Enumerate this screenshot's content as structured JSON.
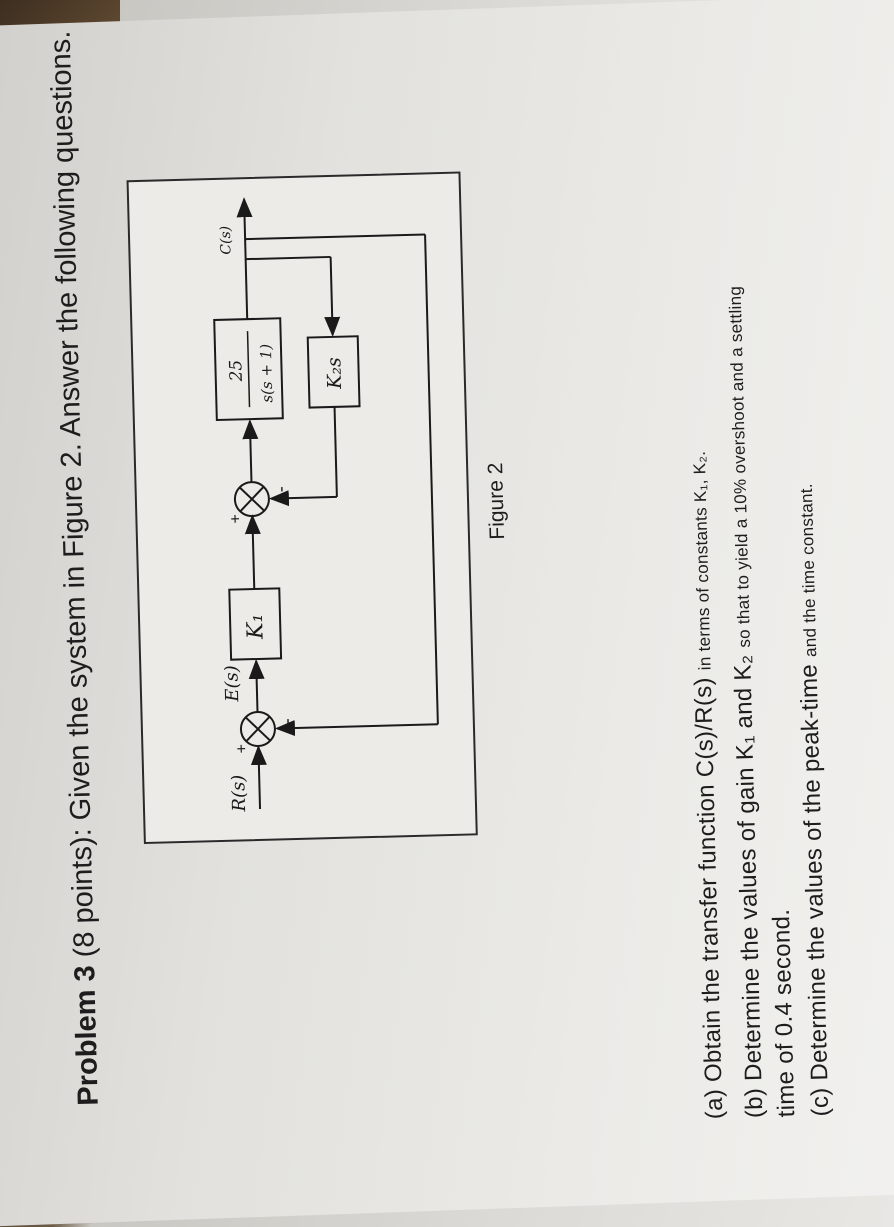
{
  "problem": {
    "heading": "Problem 3",
    "points": "(8 points):",
    "intro": "Given the system in Figure 2. Answer the following questions."
  },
  "figure": {
    "caption": "Figure 2",
    "labels": {
      "input": "R(s)",
      "error": "E(s)",
      "output": "C(s)",
      "gain1": "K₁",
      "plant_num": "25",
      "plant_den": "s(s + 1)",
      "feedback": "K₂s",
      "plus": "+",
      "minus": "-"
    }
  },
  "questions": {
    "a_main": "(a) Obtain the transfer function C(s)/R(s)",
    "a_tail": "in terms of constants K₁, K₂.",
    "b_main": "(b) Determine the values of gain K₁ and K₂",
    "b_tail": "so that to yield a 10% overshoot and a settling",
    "b_cont": "time of 0.4 second.",
    "c_main": "(c) Determine the values of the peak-time",
    "c_tail": "and the time constant."
  }
}
